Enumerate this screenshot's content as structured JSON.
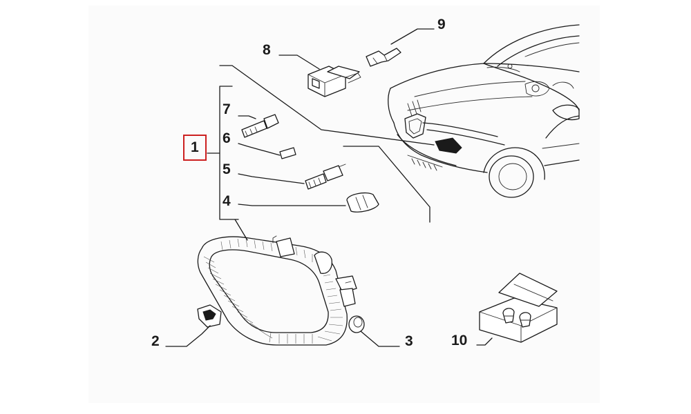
{
  "callouts": [
    {
      "id": "1",
      "text": "1"
    },
    {
      "id": "2",
      "text": "2"
    },
    {
      "id": "3",
      "text": "3"
    },
    {
      "id": "4",
      "text": "4"
    },
    {
      "id": "5",
      "text": "5"
    },
    {
      "id": "6",
      "text": "6"
    },
    {
      "id": "7",
      "text": "7"
    },
    {
      "id": "8",
      "text": "8"
    },
    {
      "id": "9",
      "text": "9"
    },
    {
      "id": "10",
      "text": "10"
    }
  ],
  "highlight_color": "#cc1f1f",
  "icons": [
    "car-front-icon",
    "fog-lamp-icon",
    "bulb-icon",
    "connector-icon",
    "terminal-clip-icon",
    "bulb-kit-box-icon",
    "clip-icon",
    "grommet-icon"
  ]
}
